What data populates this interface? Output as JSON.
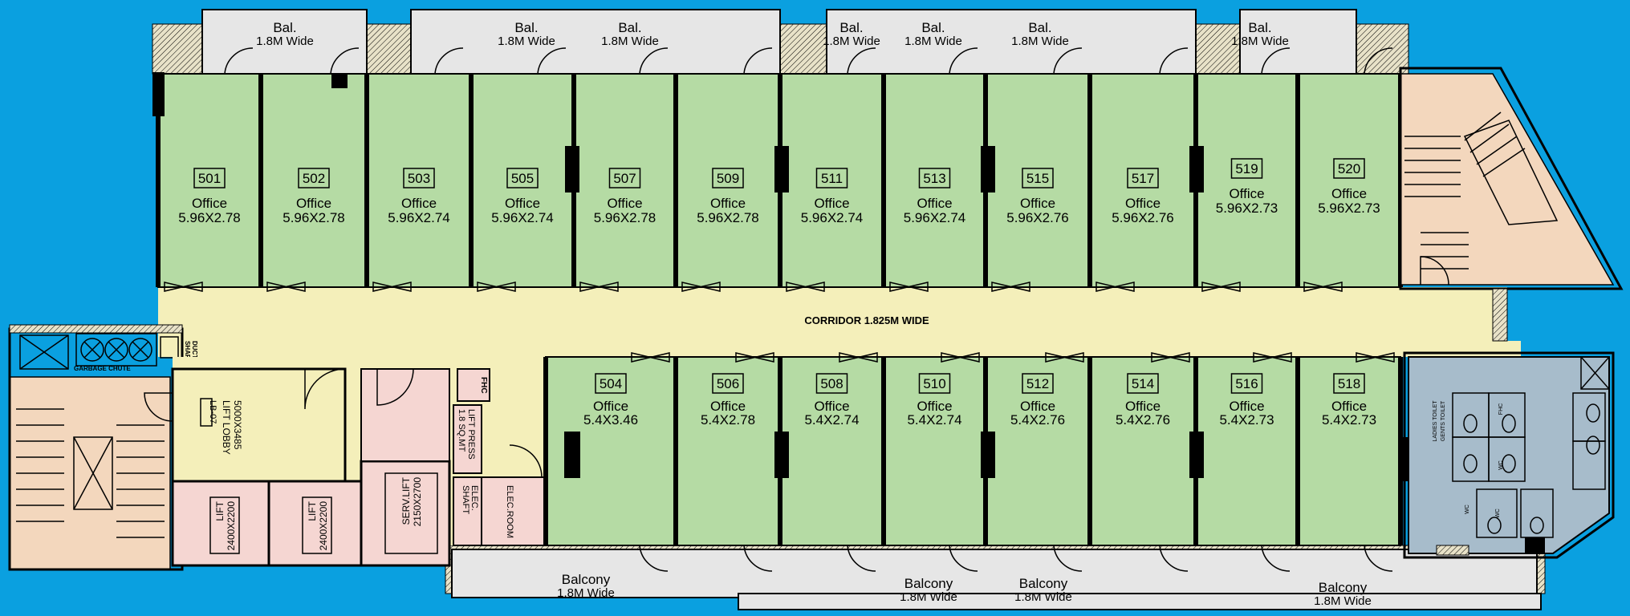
{
  "colors": {
    "background": "#0aa0e0",
    "office": "#b5dba4",
    "corridor": "#f4efba",
    "balcony": "#e6e6e6",
    "stair": "#f3d7bd",
    "toilet": "#a7bccb",
    "lift": "#f5d6d2"
  },
  "corridor": {
    "label": "CORRIDOR  1.825M WIDE"
  },
  "top_balconies": [
    {
      "title": "Bal.",
      "width": "1.8M  Wide"
    },
    {
      "title": "Bal.",
      "width": "1.8M  Wide"
    },
    {
      "title": "Bal.",
      "width": "1.8M  Wide"
    },
    {
      "title": "Bal.",
      "width": "1.8M  Wide"
    },
    {
      "title": "Bal.",
      "width": "1.8M  Wide"
    },
    {
      "title": "Bal.",
      "width": "1.8M  Wide"
    },
    {
      "title": "Bal.",
      "width": "1.8M  Wide"
    }
  ],
  "bottom_balconies": [
    {
      "title": "Balcony",
      "width": "1.8M  Wide"
    },
    {
      "title": "Balcony",
      "width": "1.8M  Wide"
    },
    {
      "title": "Balcony",
      "width": "1.8M  Wide"
    },
    {
      "title": "Balcony",
      "width": "1.8M  Wide"
    }
  ],
  "top_offices": [
    {
      "number": "501",
      "type": "Office",
      "size": "5.96X2.78"
    },
    {
      "number": "502",
      "type": "Office",
      "size": "5.96X2.78"
    },
    {
      "number": "503",
      "type": "Office",
      "size": "5.96X2.74"
    },
    {
      "number": "505",
      "type": "Office",
      "size": "5.96X2.74"
    },
    {
      "number": "507",
      "type": "Office",
      "size": "5.96X2.78"
    },
    {
      "number": "509",
      "type": "Office",
      "size": "5.96X2.78"
    },
    {
      "number": "511",
      "type": "Office",
      "size": "5.96X2.74"
    },
    {
      "number": "513",
      "type": "Office",
      "size": "5.96X2.74"
    },
    {
      "number": "515",
      "type": "Office",
      "size": "5.96X2.76"
    },
    {
      "number": "517",
      "type": "Office",
      "size": "5.96X2.76"
    },
    {
      "number": "519",
      "type": "Office",
      "size": "5.96X2.73"
    },
    {
      "number": "520",
      "type": "Office",
      "size": "5.96X2.73"
    }
  ],
  "bottom_offices": [
    {
      "number": "504",
      "type": "Office",
      "size": "5.4X3.46"
    },
    {
      "number": "506",
      "type": "Office",
      "size": "5.4X2.78"
    },
    {
      "number": "508",
      "type": "Office",
      "size": "5.4X2.74"
    },
    {
      "number": "510",
      "type": "Office",
      "size": "5.4X2.74"
    },
    {
      "number": "512",
      "type": "Office",
      "size": "5.4X2.76"
    },
    {
      "number": "514",
      "type": "Office",
      "size": "5.4X2.76"
    },
    {
      "number": "516",
      "type": "Office",
      "size": "5.4X2.73"
    },
    {
      "number": "518",
      "type": "Office",
      "size": "5.4X2.73"
    }
  ],
  "core": {
    "lift_lobby_code": "LB-07",
    "lift_lobby_name": "LIFT LOBBY",
    "lift_lobby_size": "5000X3485",
    "lift1_name": "LIFT",
    "lift1_size": "2400X2200",
    "lift2_name": "LIFT",
    "lift2_size": "2400X2200",
    "serv_lift_name": "SERV.LIFT",
    "serv_lift_size": "2150X2700",
    "fhc": "FHC",
    "lift_press_line1": "LIFT PRESS",
    "lift_press_line2": "1.8 SQ.MT",
    "elec_shaft_line1": "ELEC.",
    "elec_shaft_line2": "SHAFT",
    "elec_room": "ELEC.ROOM",
    "garbage_chute": "GARBAGE CHUTE",
    "duct_line1": "DUCT/PIPE",
    "duct_line2": "SHAFT"
  },
  "toilet": {
    "ladies_line1": "LADIES TOILET",
    "ladies_line2": "GENTS TOILET",
    "fhc": "FHC",
    "wc": "WC"
  }
}
